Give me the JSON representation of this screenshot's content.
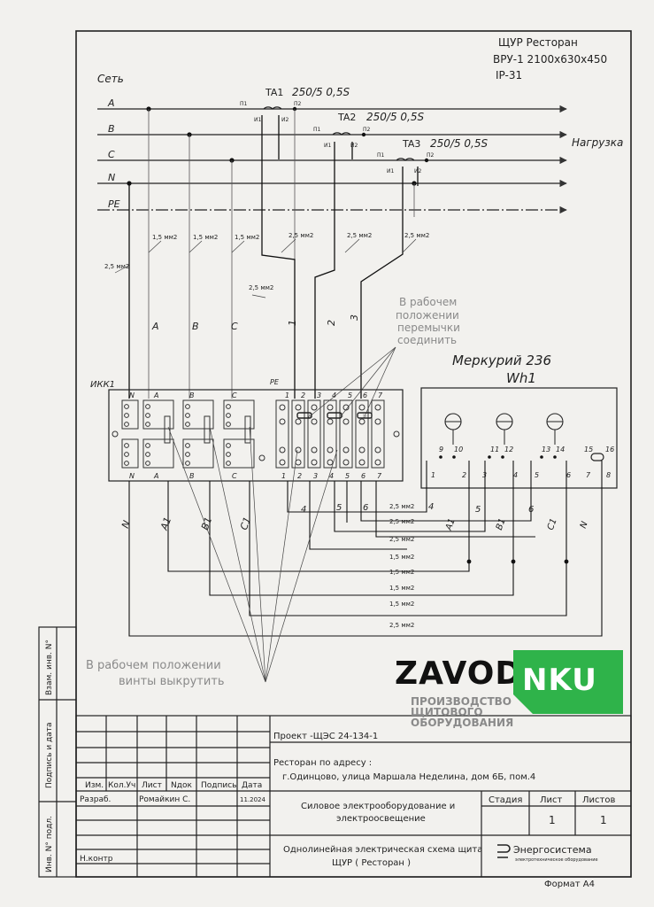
{
  "header": {
    "panel_line1": "ЩУР  Ресторан",
    "panel_line2": "ВРУ-1  2100х630х450",
    "panel_line3": "IP-31"
  },
  "bus": {
    "network_label": "Сеть",
    "load_label": "Нагрузка",
    "phase_a": "A",
    "phase_b": "B",
    "phase_c": "C",
    "neutral": "N",
    "pe": "PE"
  },
  "transformers": [
    {
      "name": "TA1",
      "rating": "250/5  0,5S",
      "p1": "П1",
      "p2": "П2",
      "i1": "И1",
      "i2": "И2"
    },
    {
      "name": "TA2",
      "rating": "250/5  0,5S",
      "p1": "П1",
      "p2": "П2",
      "i1": "И1",
      "i2": "И2"
    },
    {
      "name": "TA3",
      "rating": "250/5  0,5S",
      "p1": "П1",
      "p2": "П2",
      "i1": "И1",
      "i2": "И2"
    }
  ],
  "wire_labels": {
    "w15": "1,5 мм2",
    "w25": "2,5 мм2",
    "mark_1": "1",
    "mark_2": "2",
    "mark_3": "3",
    "mark_4": "4",
    "mark_5": "5",
    "mark_6": "6",
    "mark_a": "A",
    "mark_b": "B",
    "mark_c": "C",
    "mark_a1": "A1",
    "mark_b1": "B1",
    "mark_c1": "C1",
    "mark_n": "N"
  },
  "notes": {
    "jumper_note": [
      "В рабочем",
      "положении",
      "перемычки",
      "соединить"
    ],
    "screw_note": [
      "В рабочем положении",
      "винты выкрутить"
    ]
  },
  "terminal_block": {
    "name": "ИКК1",
    "top_labels": [
      "N",
      "A",
      "B",
      "C",
      "PE",
      "1",
      "2",
      "3",
      "4",
      "5",
      "6",
      "7"
    ],
    "bottom_labels": [
      "N",
      "A",
      "B",
      "C",
      "1",
      "2",
      "3",
      "4",
      "5",
      "6",
      "7"
    ]
  },
  "meter": {
    "name": "Меркурий 236",
    "designation": "Wh1",
    "top_terminals": [
      "9",
      "10",
      "11",
      "12",
      "13",
      "14",
      "15",
      "16"
    ],
    "bottom_terminals": [
      "1",
      "2",
      "3",
      "4",
      "5",
      "6",
      "7",
      "8"
    ]
  },
  "title_block": {
    "project": "Проект -ЩЭС 24-134-1",
    "address_line1": "Ресторан по адресу :",
    "address_line2": "г.Одинцово, улица Маршала Неделина, дом 6Б, пом.4",
    "col_izm": "Изм.",
    "col_kol": "Кол.Уч",
    "col_list": "Лист",
    "col_ndok": "Nдок",
    "col_podpis": "Подпись",
    "col_data": "Дата",
    "razrab_label": "Разраб.",
    "razrab_name": "Ромайкин С.",
    "razrab_date": "11.2024",
    "nkontr_label": "Н.контр",
    "title1": "Силовое электрооборудование и",
    "title2": "электроосвещение",
    "title3": "Однолинейная электрическая схема щита",
    "title4": "ЩУР ( Ресторан )",
    "stadia": "Стадия",
    "list": "Лист",
    "listov": "Листов",
    "list_value": "1",
    "listov_value": "1",
    "company": "Энергосистема",
    "company_sub": "электротехническое оборудование",
    "format": "Формат   А4"
  },
  "side_stamp": {
    "vzam": "Взам. инв. N°",
    "podpis": "Подпись и дата",
    "inv": "Инв. N° подл."
  },
  "logo": {
    "zavod": "ZAVOD",
    "nku": "NKU",
    "sub1": "ПРОИЗВОДСТВО",
    "sub2": "ЩИТОВОГО",
    "sub3": "ОБОРУДОВАНИЯ"
  }
}
